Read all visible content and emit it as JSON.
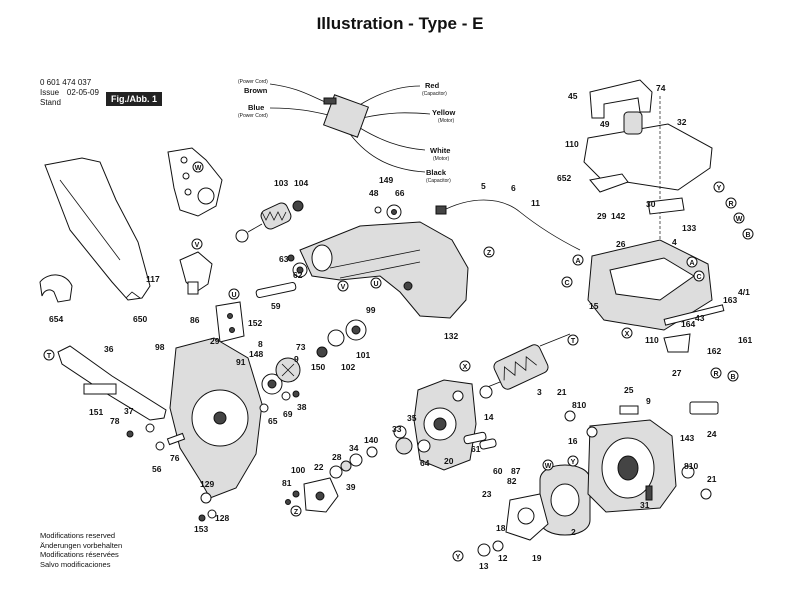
{
  "title": "Illustration - Type - E",
  "header": {
    "part_number": "0 601 474 037",
    "issue_label": "Issue\nStand",
    "issue_date": "02-05-09",
    "figure": "Fig./Abb. 1"
  },
  "footer": [
    "Modifications reserved",
    "Änderungen vorbehalten",
    "Modifications réservées",
    "Salvo modificaciones"
  ],
  "wires": {
    "brown": "Brown",
    "brown_sub": "(Power Cord)",
    "blue": "Blue",
    "blue_sub": "(Power Cord)",
    "red": "Red",
    "red_sub": "(Capacitor)",
    "yellow": "Yellow",
    "yellow_sub": "(Motor)",
    "white": "White",
    "white_sub": "(Motor)",
    "black": "Black",
    "black_sub": "(Capacitor)"
  },
  "parts": {
    "p45": "45",
    "p74": "74",
    "p49": "49",
    "p32": "32",
    "p110a": "110",
    "p652": "652",
    "p30": "30",
    "p29a": "29",
    "p142": "142",
    "p26": "26",
    "p133": "133",
    "p4": "4",
    "p15": "15",
    "p110b": "110",
    "p163": "163",
    "p4_1": "4/1",
    "p164": "164",
    "p43": "43",
    "p162": "162",
    "p161": "161",
    "p27": "27",
    "p5": "5",
    "p6": "6",
    "p11": "11",
    "p149": "149",
    "p48": "48",
    "p66": "66",
    "p103": "103",
    "p104": "104",
    "p117": "117",
    "p86": "86",
    "p654": "654",
    "p650": "650",
    "p63": "63",
    "p62": "62",
    "p59": "59",
    "p99": "99",
    "p132": "132",
    "p152": "152",
    "p29b": "29",
    "p36": "36",
    "p98": "98",
    "p8": "8",
    "p148": "148",
    "p91": "91",
    "p73": "73",
    "p9": "9",
    "p65": "65",
    "p69": "69",
    "p38": "38",
    "p151": "151",
    "p78": "78",
    "p37": "37",
    "p56": "56",
    "p76": "76",
    "p150": "150",
    "p102": "102",
    "p101": "101",
    "p3": "3",
    "p14": "14",
    "p35": "35",
    "p33": "33",
    "p64": "64",
    "p20": "20",
    "p61": "61",
    "p60": "60",
    "p34": "34",
    "p140": "140",
    "p28": "28",
    "p39": "39",
    "p22": "22",
    "p100": "100",
    "p81": "81",
    "p129": "129",
    "p153": "153",
    "p128": "128",
    "p87": "87",
    "p82": "82",
    "p23": "23",
    "p21a": "21",
    "p810a": "810",
    "p16": "16",
    "p25": "25",
    "p9b": "9",
    "p24": "24",
    "p143": "143",
    "p810b": "810",
    "p21b": "21",
    "p31": "31",
    "p18": "18",
    "p12": "12",
    "p19": "19",
    "p2": "2",
    "p13": "13"
  },
  "callouts": {
    "W": "W",
    "V": "V",
    "U": "U",
    "Z": "Z",
    "T": "T",
    "X": "X",
    "Y": "Y",
    "R": "R",
    "B": "B",
    "A": "A",
    "C": "C"
  }
}
